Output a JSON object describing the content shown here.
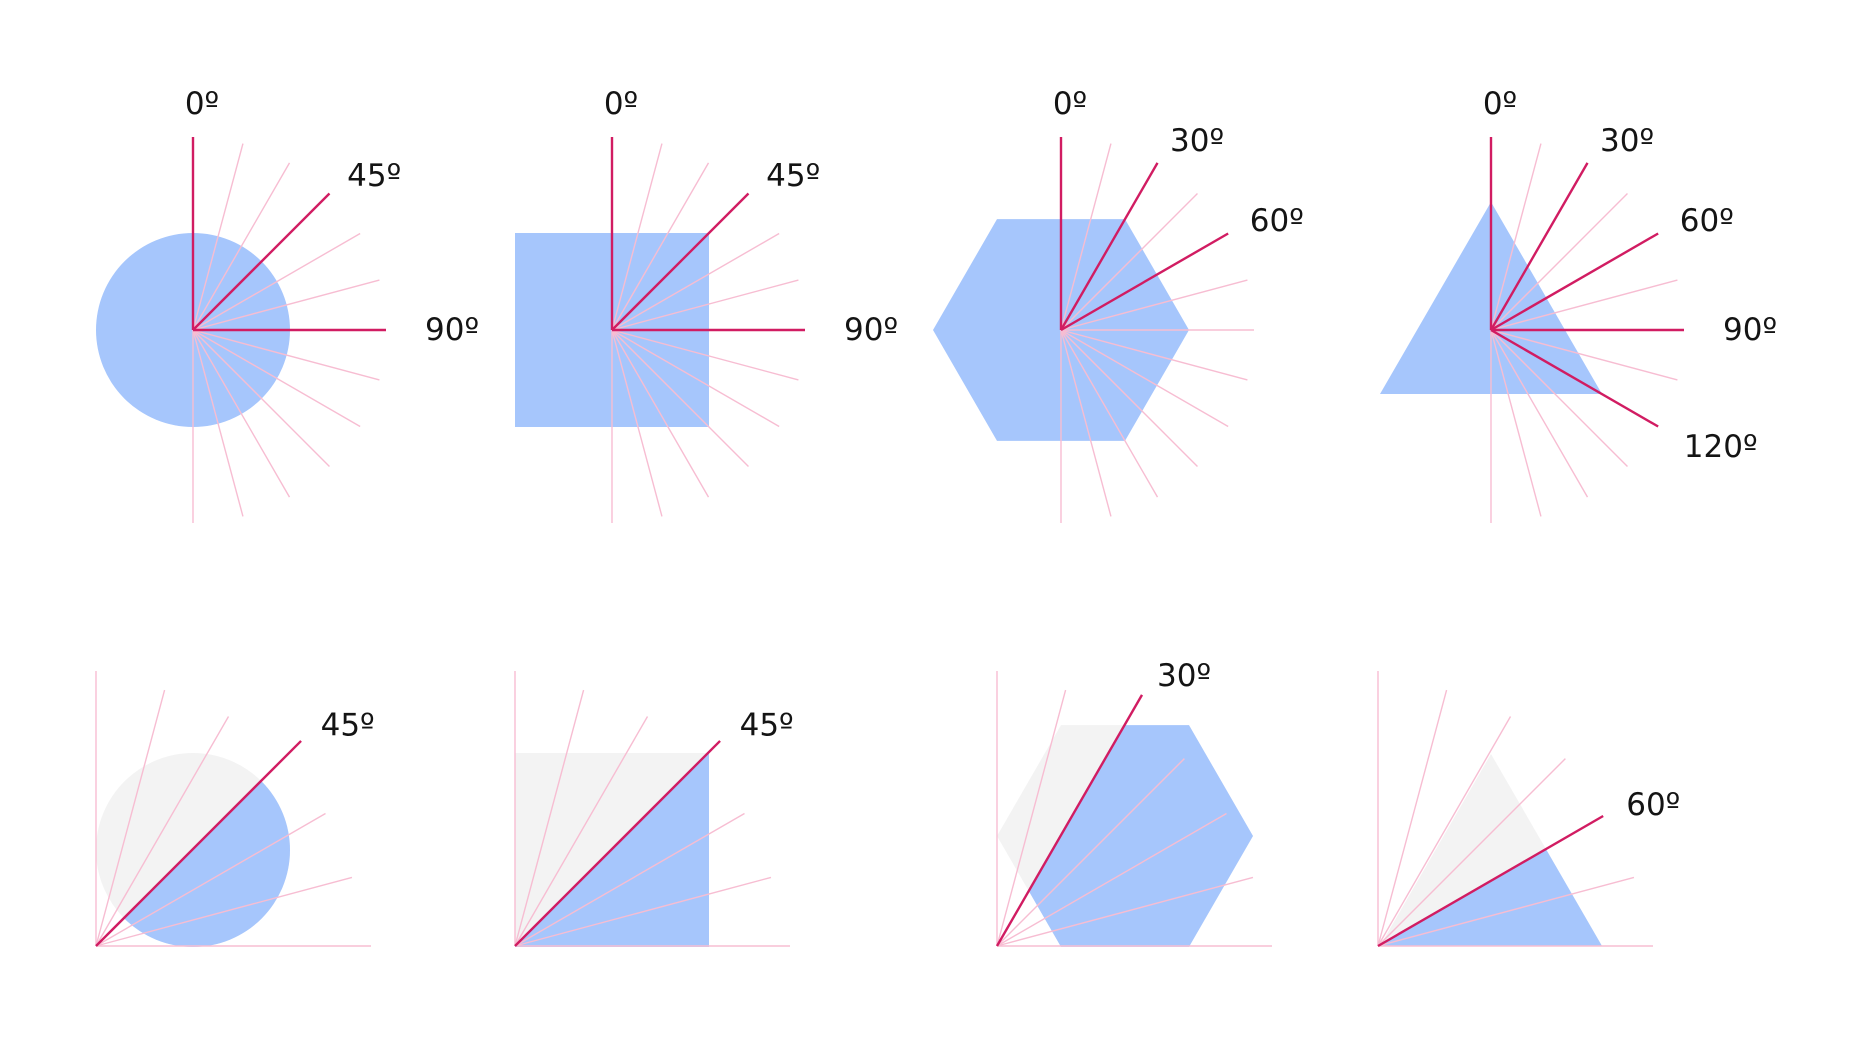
{
  "colors": {
    "shape_fill": "#a6c6fc",
    "ghost_fill": "#f3f3f3",
    "ray_strong": "#d11c62",
    "ray_faint": "#f7bdd2",
    "label_text": "#141414"
  },
  "top_row": [
    {
      "shape": "circle",
      "labels": {
        "0": "0º",
        "45": "45º",
        "90": "90º"
      }
    },
    {
      "shape": "square",
      "labels": {
        "0": "0º",
        "45": "45º",
        "90": "90º"
      }
    },
    {
      "shape": "hexagon",
      "labels": {
        "0": "0º",
        "30": "30º",
        "60": "60º"
      }
    },
    {
      "shape": "triangle",
      "labels": {
        "0": "0º",
        "30": "30º",
        "60": "60º",
        "90": "90º",
        "120": "120º"
      }
    }
  ],
  "bottom_row": [
    {
      "shape": "circle",
      "labels": {
        "45": "45º"
      }
    },
    {
      "shape": "square",
      "labels": {
        "45": "45º"
      }
    },
    {
      "shape": "hexagon",
      "labels": {
        "30": "30º"
      }
    },
    {
      "shape": "triangle",
      "labels": {
        "60": "60º"
      }
    }
  ]
}
